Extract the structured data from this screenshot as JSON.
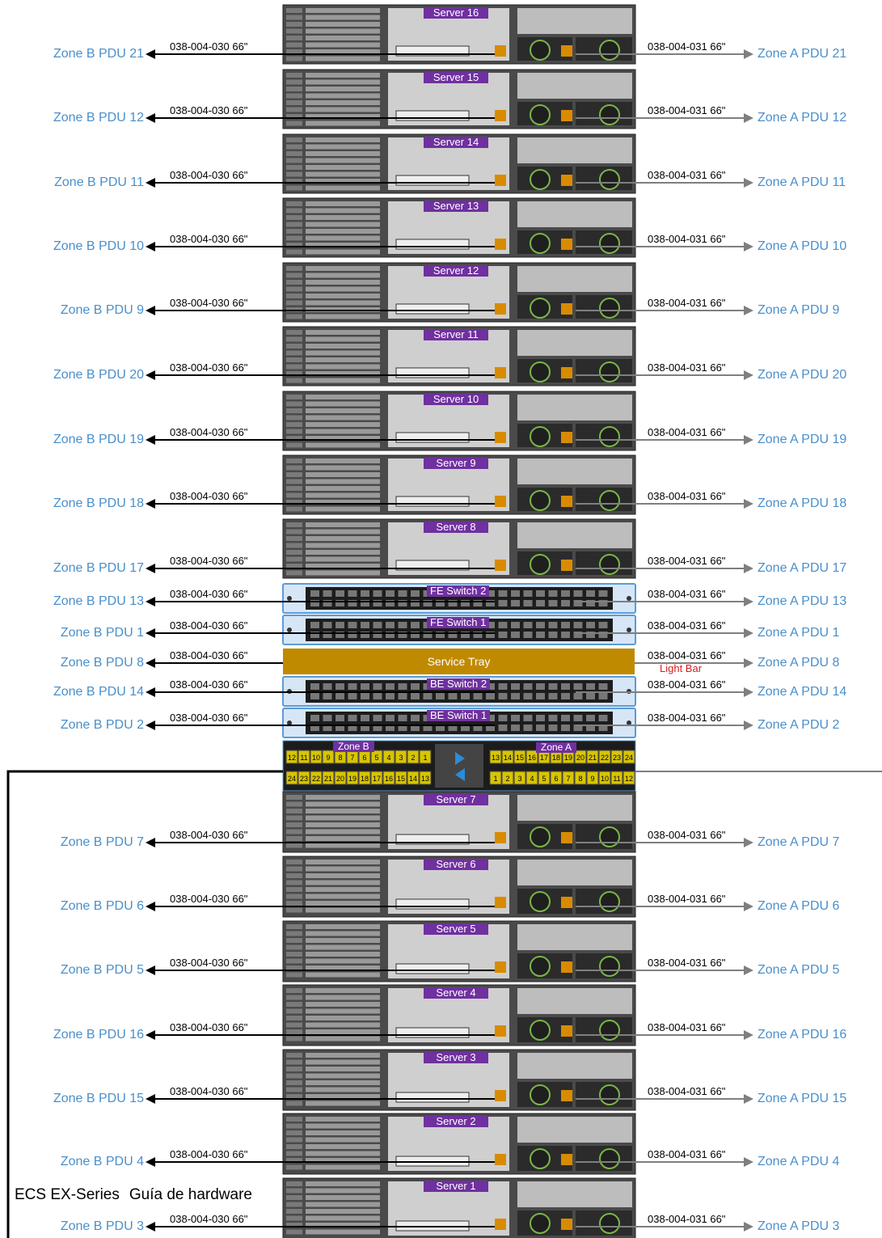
{
  "cable_b": "038-004-030 66\"",
  "cable_a": "038-004-031 66\"",
  "light_bar": "Light Bar",
  "service_tray": "Service Tray",
  "panel": {
    "zone_b": "Zone B",
    "zone_a": "Zone A",
    "top_row": [
      "12",
      "11",
      "10",
      "9",
      "8",
      "7",
      "6",
      "5",
      "4",
      "3",
      "2",
      "1",
      "13",
      "14",
      "15",
      "16",
      "17",
      "18",
      "19",
      "20",
      "21",
      "22",
      "23",
      "24"
    ],
    "bottom_row": [
      "24",
      "23",
      "22",
      "21",
      "20",
      "19",
      "18",
      "17",
      "16",
      "15",
      "14",
      "13",
      "1",
      "2",
      "3",
      "4",
      "5",
      "6",
      "7",
      "8",
      "9",
      "10",
      "11",
      "12"
    ]
  },
  "footer": {
    "product": "ECS EX-Series",
    "title": "Guía de hardware"
  },
  "colors": {
    "pdu_label": "#4a8fcb",
    "device_label_bg": "#7030a0",
    "service_tray": "#c08a00",
    "note": "#d41e1e"
  },
  "rows": [
    {
      "device": "Server 16",
      "kind": "server",
      "zone_b": "Zone B PDU 21",
      "zone_a": "Zone A PDU 21"
    },
    {
      "device": "Server 15",
      "kind": "server",
      "zone_b": "Zone B PDU 12",
      "zone_a": "Zone A PDU 12"
    },
    {
      "device": "Server 14",
      "kind": "server",
      "zone_b": "Zone B PDU 11",
      "zone_a": "Zone A PDU 11"
    },
    {
      "device": "Server 13",
      "kind": "server",
      "zone_b": "Zone B PDU 10",
      "zone_a": "Zone A PDU 10"
    },
    {
      "device": "Server 12",
      "kind": "server",
      "zone_b": "Zone B PDU 9",
      "zone_a": "Zone A PDU 9"
    },
    {
      "device": "Server 11",
      "kind": "server",
      "zone_b": "Zone B PDU 20",
      "zone_a": "Zone A PDU 20"
    },
    {
      "device": "Server 10",
      "kind": "server",
      "zone_b": "Zone B PDU 19",
      "zone_a": "Zone A PDU 19"
    },
    {
      "device": "Server 9",
      "kind": "server",
      "zone_b": "Zone B PDU 18",
      "zone_a": "Zone A PDU 18"
    },
    {
      "device": "Server 8",
      "kind": "server",
      "zone_b": "Zone B PDU 17",
      "zone_a": "Zone A PDU 17"
    },
    {
      "device": "FE Switch 2",
      "kind": "switch",
      "zone_b": "Zone B PDU 13",
      "zone_a": "Zone A PDU 13"
    },
    {
      "device": "FE Switch 1",
      "kind": "switch",
      "zone_b": "Zone B PDU 1",
      "zone_a": "Zone A PDU 1"
    },
    {
      "device": "Service Tray",
      "kind": "tray",
      "zone_b": "Zone B PDU 8",
      "zone_a": "Zone A PDU 8"
    },
    {
      "device": "BE Switch 2",
      "kind": "switch",
      "zone_b": "Zone B PDU 14",
      "zone_a": "Zone A PDU 14"
    },
    {
      "device": "BE Switch 1",
      "kind": "switch",
      "zone_b": "Zone B PDU 2",
      "zone_a": "Zone A PDU 2"
    },
    {
      "device": "Server 7",
      "kind": "server",
      "zone_b": "Zone B PDU 7",
      "zone_a": "Zone A PDU 7"
    },
    {
      "device": "Server 6",
      "kind": "server",
      "zone_b": "Zone B PDU 6",
      "zone_a": "Zone A PDU 6"
    },
    {
      "device": "Server 5",
      "kind": "server",
      "zone_b": "Zone B PDU 5",
      "zone_a": "Zone A PDU 5"
    },
    {
      "device": "Server 4",
      "kind": "server",
      "zone_b": "Zone B PDU 16",
      "zone_a": "Zone A PDU 16"
    },
    {
      "device": "Server 3",
      "kind": "server",
      "zone_b": "Zone B PDU 15",
      "zone_a": "Zone A PDU 15"
    },
    {
      "device": "Server 2",
      "kind": "server",
      "zone_b": "Zone B PDU 4",
      "zone_a": "Zone A PDU 4"
    },
    {
      "device": "Server 1",
      "kind": "server",
      "zone_b": "Zone B PDU 3",
      "zone_a": "Zone A PDU 3"
    }
  ]
}
